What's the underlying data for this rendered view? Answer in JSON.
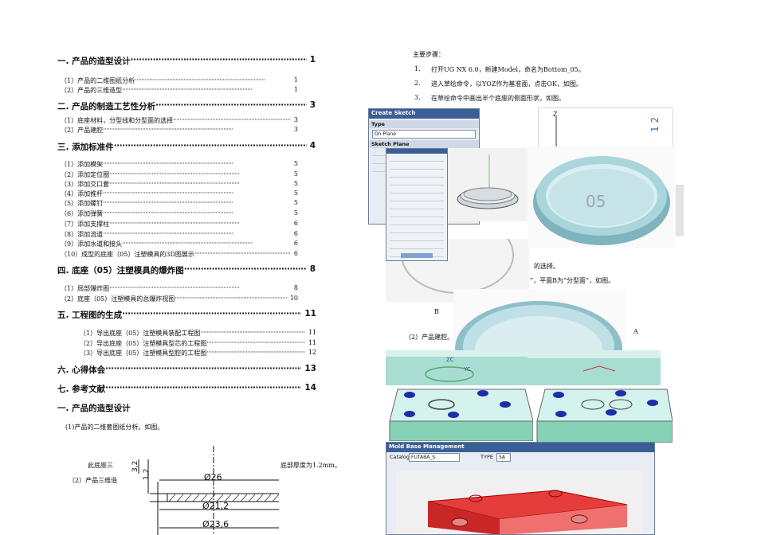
{
  "toc": {
    "sections": [
      {
        "title": "一. 产品的造型设计",
        "page": "1"
      },
      {
        "title": "二. 产品的制造工艺性分析",
        "page": "3"
      },
      {
        "title": "三. 添加标准件",
        "page": "4"
      },
      {
        "title": "四. 底座（05）注塑模具的爆炸图",
        "page": "8"
      },
      {
        "title": "五. 工程图的生成",
        "page": "11"
      },
      {
        "title": "六. 心得体会",
        "page": "13"
      },
      {
        "title": "七. 参考文献",
        "page": "14"
      }
    ],
    "sub1": [
      {
        "title": "（1）产品的二维图纸分析",
        "page": "1"
      },
      {
        "title": "（2）产品的三维造型",
        "page": "1"
      }
    ],
    "sub2": [
      {
        "title": "（1）底座材料，分型线和分型面的选择",
        "page": "3"
      },
      {
        "title": "（2）产品建腔",
        "page": "3"
      }
    ],
    "sub3": [
      {
        "title": "（1）添加模架",
        "page": "5"
      },
      {
        "title": "（2）添加定位圈",
        "page": "5"
      },
      {
        "title": "（3）添加交口套",
        "page": "5"
      },
      {
        "title": "（4）添加推杆",
        "page": "5"
      },
      {
        "title": "（5）添加螺钉",
        "page": "5"
      },
      {
        "title": "（6）添加弹簧",
        "page": "5"
      },
      {
        "title": "（7）添加支撑柱",
        "page": "6"
      },
      {
        "title": "（8）添加流道",
        "page": "6"
      },
      {
        "title": "（9）添加水道和接头",
        "page": "6"
      },
      {
        "title": "（10）成型的底座（05）注塑模具的3D图展示",
        "page": "6"
      }
    ],
    "sub4": [
      {
        "title": "（1）局部爆炸图",
        "page": "8"
      },
      {
        "title": "（2）底座（05）注塑模具的总爆炸视图",
        "page": "10"
      }
    ],
    "sub5": [
      {
        "title": "（1）导出底座（05）注塑模具装配工程图",
        "page": "11"
      },
      {
        "title": "（2）导出底座（05）注塑模具型芯的工程图",
        "page": "11"
      },
      {
        "title": "（3）导出底座（05）注塑模具型腔的工程图",
        "page": "12"
      }
    ]
  },
  "body": {
    "heading": "一. 产品的造型设计",
    "para1": "(1)产品的二维套图纸分析。如图。",
    "frag1": "此底座三",
    "frag2": "（2）产品三维造",
    "frag3": "底部厚度为1.2mm。"
  },
  "drawing": {
    "dims": [
      "Ø26",
      "Ø21,2",
      "Ø23,6",
      "3,2",
      "1,2"
    ]
  },
  "steps": {
    "intro": "主要步骤：",
    "items": [
      {
        "num": "1.",
        "text": "打开UG NX 6.0，新建Model，命名为Bottom_05。"
      },
      {
        "num": "2.",
        "text": "进入草绘命令，以YOZ作为基准面，点击OK，如图。"
      },
      {
        "num": "3.",
        "text": "在草绘命令中画出半个底座的侧面形状，如图。"
      }
    ],
    "frag_a": "的选择。",
    "frag_b": "”，平面B为“分型面”，如图。",
    "frag_c": "（2）产品建腔。",
    "label_b": "B",
    "label_a": "A"
  },
  "dialogs": {
    "create_sketch": {
      "title": "Create Sketch",
      "type_label": "Type",
      "type_value": "On Plane",
      "plane_label": "Sketch Plane"
    },
    "mold_base": {
      "title": "Mold Base Management",
      "catalog_label": "Catalog",
      "catalog_value": "FUTABA_S",
      "type_label": "TYPE",
      "type_value": "SA"
    }
  },
  "model": {
    "part_label": "05",
    "axis_zc": "ZC",
    "axis_yc": "YC",
    "axis_z": "Z"
  }
}
